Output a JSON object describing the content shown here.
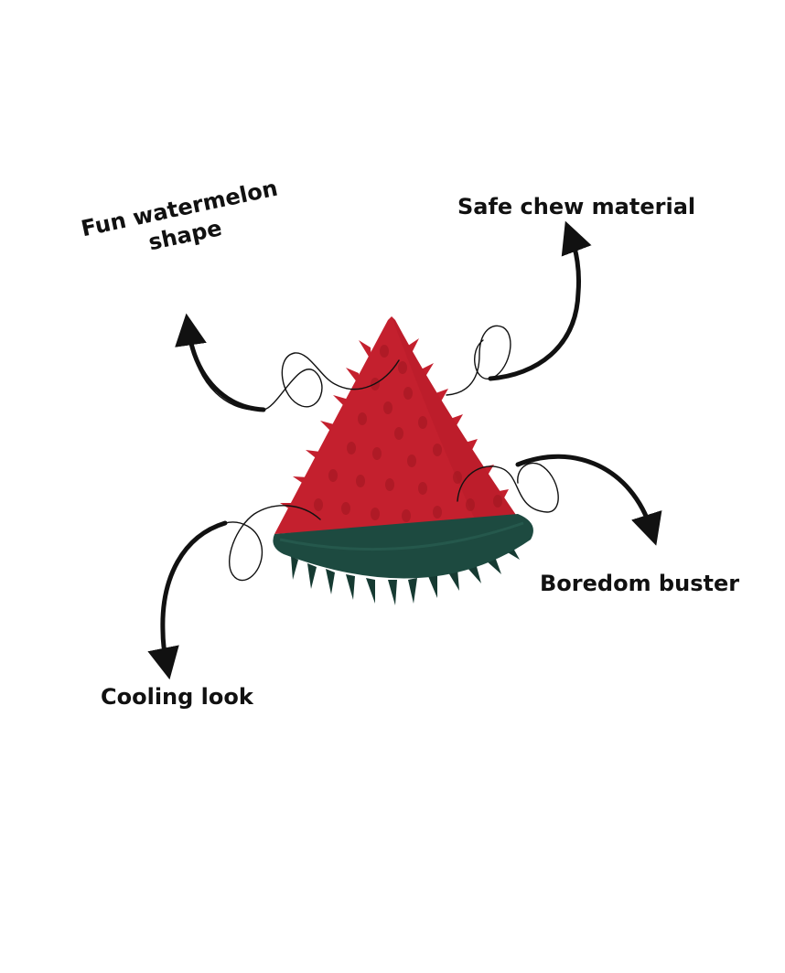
{
  "colors": {
    "background": "#ffffff",
    "flesh": "#c4202e",
    "flesh_shadow": "#9e1620",
    "rind": "#1d4a40",
    "rind_spike": "#163a32",
    "arrow": "#111111",
    "text": "#111111"
  },
  "icons": [
    "watermelon-chew-toy-icon",
    "curly-arrow-icon"
  ],
  "callouts": {
    "fun_line1": "Fun watermelon",
    "fun_line2": "shape",
    "safe": "Safe chew material",
    "boredom": "Boredom buster",
    "cooling": "Cooling look"
  }
}
